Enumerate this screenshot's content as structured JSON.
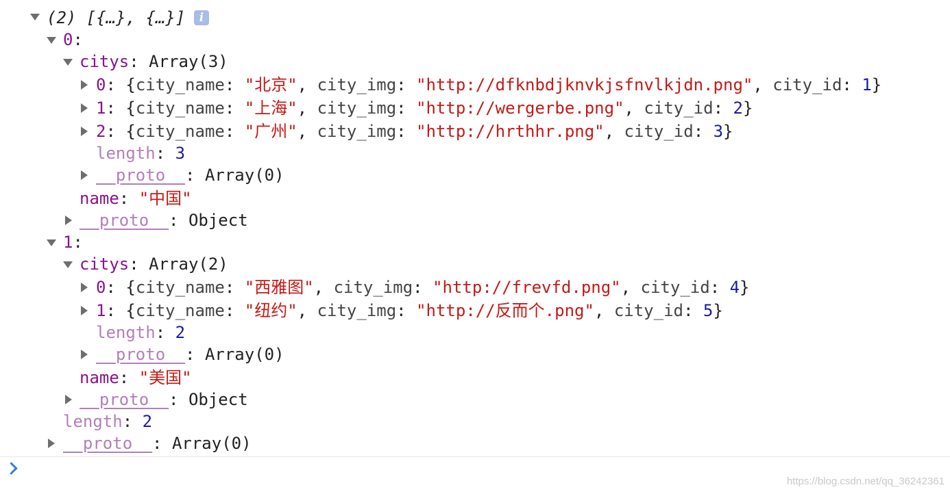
{
  "console": {
    "root": {
      "summary": "(2) [{…}, {…}]"
    },
    "items": [
      {
        "index": "0",
        "citys_key": "citys",
        "citys_type": "Array(3)",
        "cities": [
          {
            "index": "0",
            "city_name": "\"北京\"",
            "city_img": "\"http://dfknbdjknvkjsfnvlkjdn.png\"",
            "city_id": "1"
          },
          {
            "index": "1",
            "city_name": "\"上海\"",
            "city_img": "\"http://wergerbe.png\"",
            "city_id": "2"
          },
          {
            "index": "2",
            "city_name": "\"广州\"",
            "city_img": "\"http://hrthhr.png\"",
            "city_id": "3"
          }
        ],
        "length_key": "length",
        "length_value": "3",
        "proto_key": "__proto__",
        "array_proto_type": "Array(0)",
        "name_key": "name",
        "name_value": "\"中国\"",
        "object_proto_type": "Object"
      },
      {
        "index": "1",
        "citys_key": "citys",
        "citys_type": "Array(2)",
        "cities": [
          {
            "index": "0",
            "city_name": "\"西雅图\"",
            "city_img": "\"http://frevfd.png\"",
            "city_id": "4"
          },
          {
            "index": "1",
            "city_name": "\"纽约\"",
            "city_img": "\"http://反而个.png\"",
            "city_id": "5"
          }
        ],
        "length_key": "length",
        "length_value": "2",
        "proto_key": "__proto__",
        "array_proto_type": "Array(0)",
        "name_key": "name",
        "name_value": "\"美国\"",
        "object_proto_type": "Object"
      }
    ],
    "root_length_key": "length",
    "root_length_value": "2",
    "root_proto_key": "__proto__",
    "root_proto_type": "Array(0)",
    "labels": {
      "open_brace": "{",
      "close_brace": "}",
      "colon": ":",
      "sep": ", ",
      "city_name_key": "city_name",
      "city_img_key": "city_img",
      "city_id_key": "city_id"
    }
  },
  "icons": {
    "info": "info-icon",
    "prompt": "prompt-chevron-icon"
  },
  "watermark": "https://blog.csdn.net/qq_36242361",
  "colors": {
    "key": "#881391",
    "string": "#c41a16",
    "number": "#1a1aa6",
    "prompt": "#2f7fdc"
  }
}
